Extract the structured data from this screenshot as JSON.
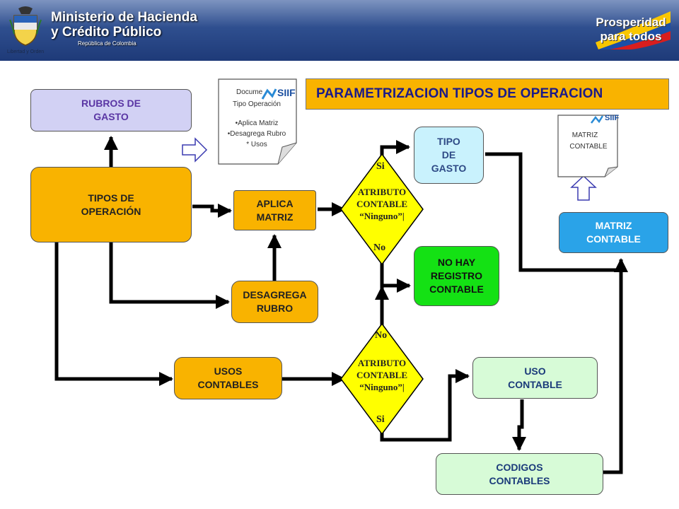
{
  "header": {
    "ministry_line1": "Ministerio de Hacienda",
    "ministry_line2": "y Crédito Público",
    "republic": "República de Colombia",
    "crest_caption": "Libertad y Orden",
    "brand_line1": "Prosperidad",
    "brand_line2": "para todos"
  },
  "title": "PARAMETRIZACION TIPOS DE OPERACION",
  "boxes": {
    "rubros": "RUBROS DE\nGASTO",
    "tipos_operacion": "TIPOS DE\nOPERACIÓN",
    "aplica_matriz": "APLICA\nMATRIZ",
    "desagrega_rubro": "DESAGREGA\nRUBRO",
    "usos_contables": "USOS\nCONTABLES",
    "tipo_gasto": "TIPO\nDE\nGASTO",
    "no_hay_registro": "NO HAY\nREGISTRO\nCONTABLE",
    "matriz_contable": "MATRIZ\nCONTABLE",
    "uso_contable": "USO\nCONTABLE",
    "codigos_contables": "CODIGOS\nCONTABLES"
  },
  "decision_top": {
    "text": "ATRIBUTO\nCONTABLE\n“Ninguno”|",
    "yes": "Si",
    "no": "No"
  },
  "decision_bottom": {
    "text": "ATRIBUTO\nCONTABLE\n“Ninguno”|",
    "yes": "Si",
    "no": "No"
  },
  "doc_left": {
    "line1": "Docume",
    "line2": "Tipo Operación",
    "bullet1": "•Aplica  Matriz",
    "bullet2": "•Desagrega Rubro",
    "bullet3": "* Usos",
    "logo": "SIIF"
  },
  "doc_right": {
    "line1": "MATRIZ",
    "line2": "CONTABLE",
    "logo": "SIIF"
  },
  "colors": {
    "orange": "#f9b300",
    "lavender": "#d2d1f4",
    "cyan": "#c9f2fd",
    "blue": "#2aa3e8",
    "green": "#14e114",
    "mint": "#d7fbd7",
    "diamond": "#ffff00",
    "title_text": "#1a1a8a"
  }
}
